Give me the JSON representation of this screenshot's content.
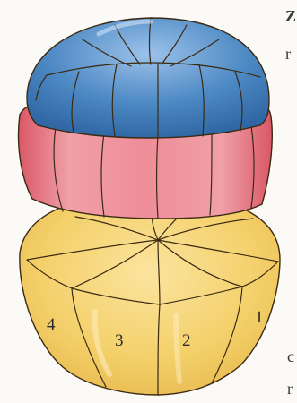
{
  "colors": {
    "background": "#fbfaf6",
    "blue_tier": "#3f7fba",
    "blue_tier_highlight": "#8fb5df",
    "pink_tier": "#e56f7b",
    "pink_tier_highlight": "#f2a4ab",
    "yellow_base": "#f2cf63",
    "yellow_base_highlight": "#fbe6a6",
    "outline": "#3b2a12"
  },
  "segment_labels": [
    "4",
    "3",
    "2",
    "1"
  ],
  "edge_text": {
    "top_letter": "Z",
    "top_partial": "r",
    "bottom_partial_1": "c",
    "bottom_partial_2": "r"
  }
}
